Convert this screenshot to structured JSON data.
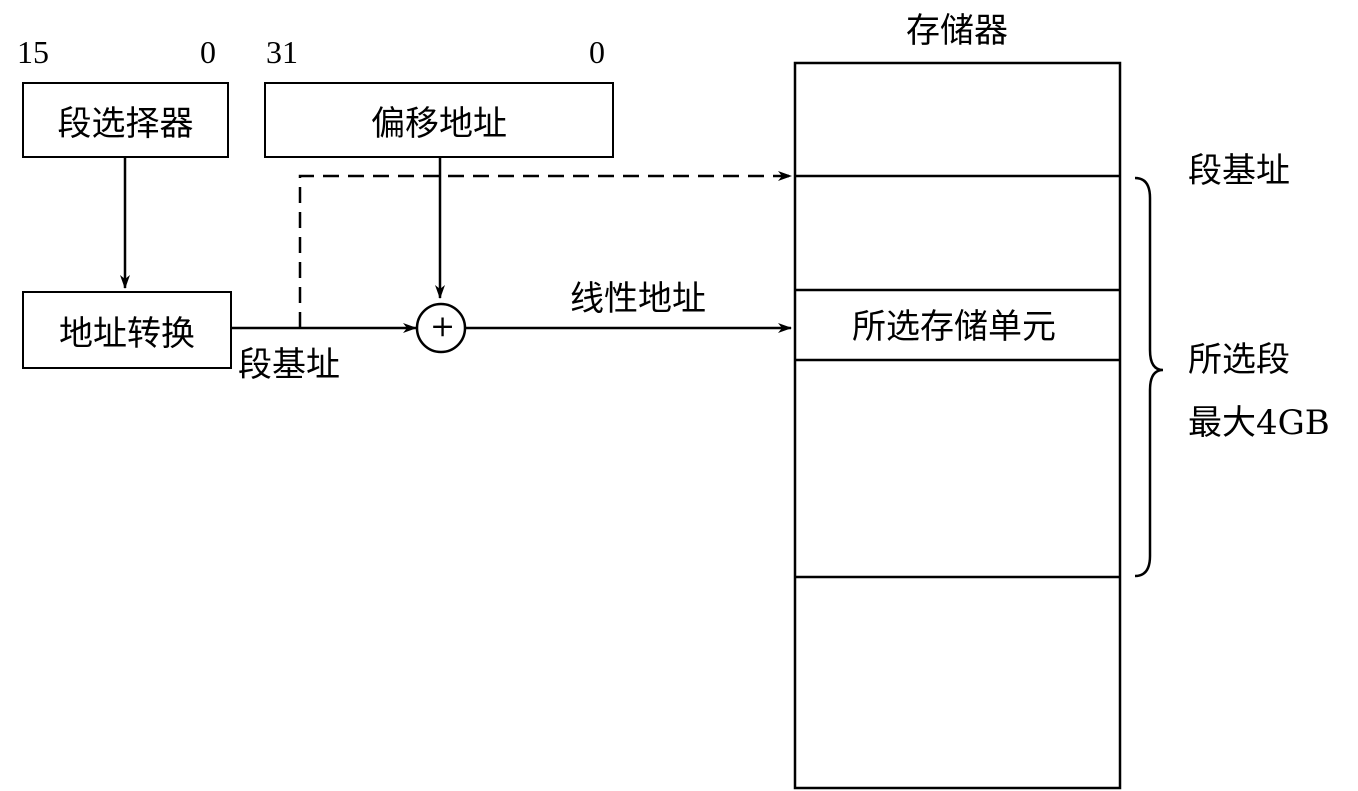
{
  "selector": {
    "bit_high": "15",
    "bit_low": "0",
    "label": "段选择器"
  },
  "offset": {
    "bit_high": "31",
    "bit_low": "0",
    "label": "偏移地址"
  },
  "translation": {
    "label": "地址转换",
    "output_label": "段基址"
  },
  "adder": {
    "symbol": "+"
  },
  "linear_address_label": "线性地址",
  "memory": {
    "title": "存储器",
    "selected_cell_label": "所选存储单元",
    "segment_base_label": "段基址",
    "selected_segment_label": "所选段",
    "max_size_label": "最大4GB"
  }
}
